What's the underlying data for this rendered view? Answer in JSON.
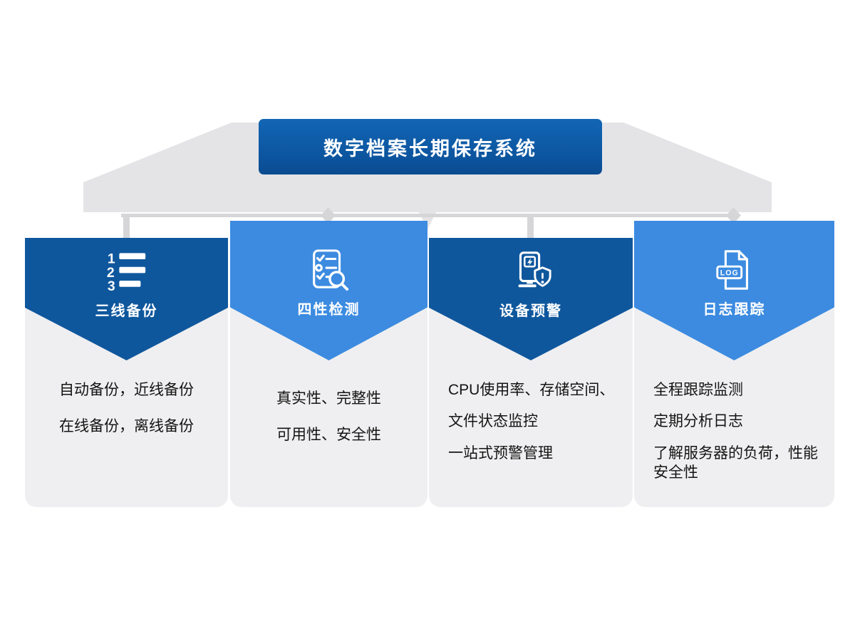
{
  "title_banner": {
    "text": "数字档案长期保存系统"
  },
  "colors": {
    "dark_blue": "#0f579d",
    "light_blue": "#3c8be0",
    "card_gray": "#efeff1",
    "connector_gray": "#e4e4e7"
  },
  "columns": [
    {
      "label": "三线备份",
      "icon": "numbered-list-icon",
      "theme": "dark",
      "digits": [
        "1",
        "2",
        "3"
      ],
      "lines": [
        "自动备份，近线备份",
        "在线备份，离线备份"
      ]
    },
    {
      "label": "四性检测",
      "icon": "checklist-magnifier-icon",
      "theme": "light",
      "lines": [
        "真实性、完整性",
        "可用性、安全性"
      ]
    },
    {
      "label": "设备预警",
      "icon": "device-alert-shield-icon",
      "theme": "dark",
      "lines": [
        "CPU使用率、存储空间、",
        "文件状态监控",
        "一站式预警管理"
      ]
    },
    {
      "label": "日志跟踪",
      "icon": "log-document-icon",
      "theme": "light",
      "icon_text": "LOG",
      "lines": [
        "全程跟踪监测",
        "定期分析日志",
        "了解服务器的负荷，性能安全性"
      ]
    }
  ]
}
